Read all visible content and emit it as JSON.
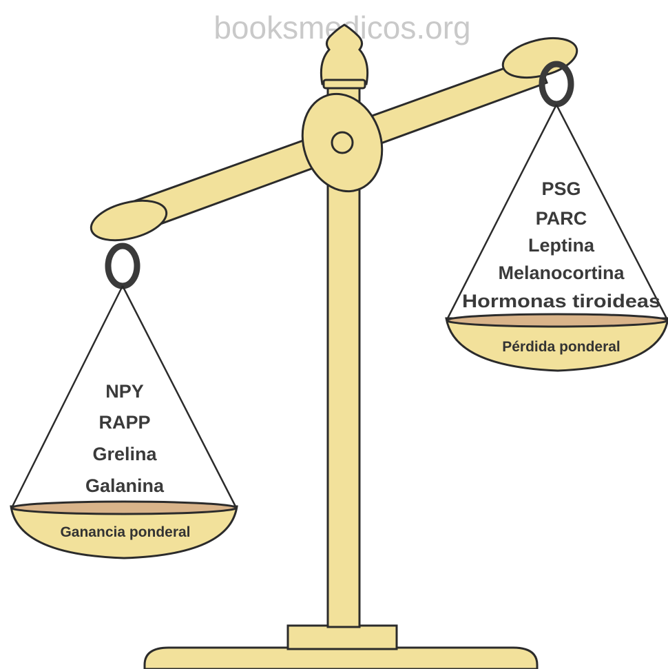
{
  "watermark": "booksmedicos.org",
  "left_pan": {
    "items": [
      "NPY",
      "RAPP",
      "Grelina",
      "Galanina"
    ],
    "label": "Ganancia ponderal"
  },
  "right_pan": {
    "items": [
      "PSG",
      "PARC",
      "Leptina",
      "Melanocortina",
      "Hormonas tiroideas"
    ],
    "label": "Pérdida ponderal"
  },
  "colors": {
    "gold": "#f2e19b",
    "pan_rim": "#d9b48a",
    "outline": "#2b2b2b",
    "text": "#3a3a3a"
  }
}
